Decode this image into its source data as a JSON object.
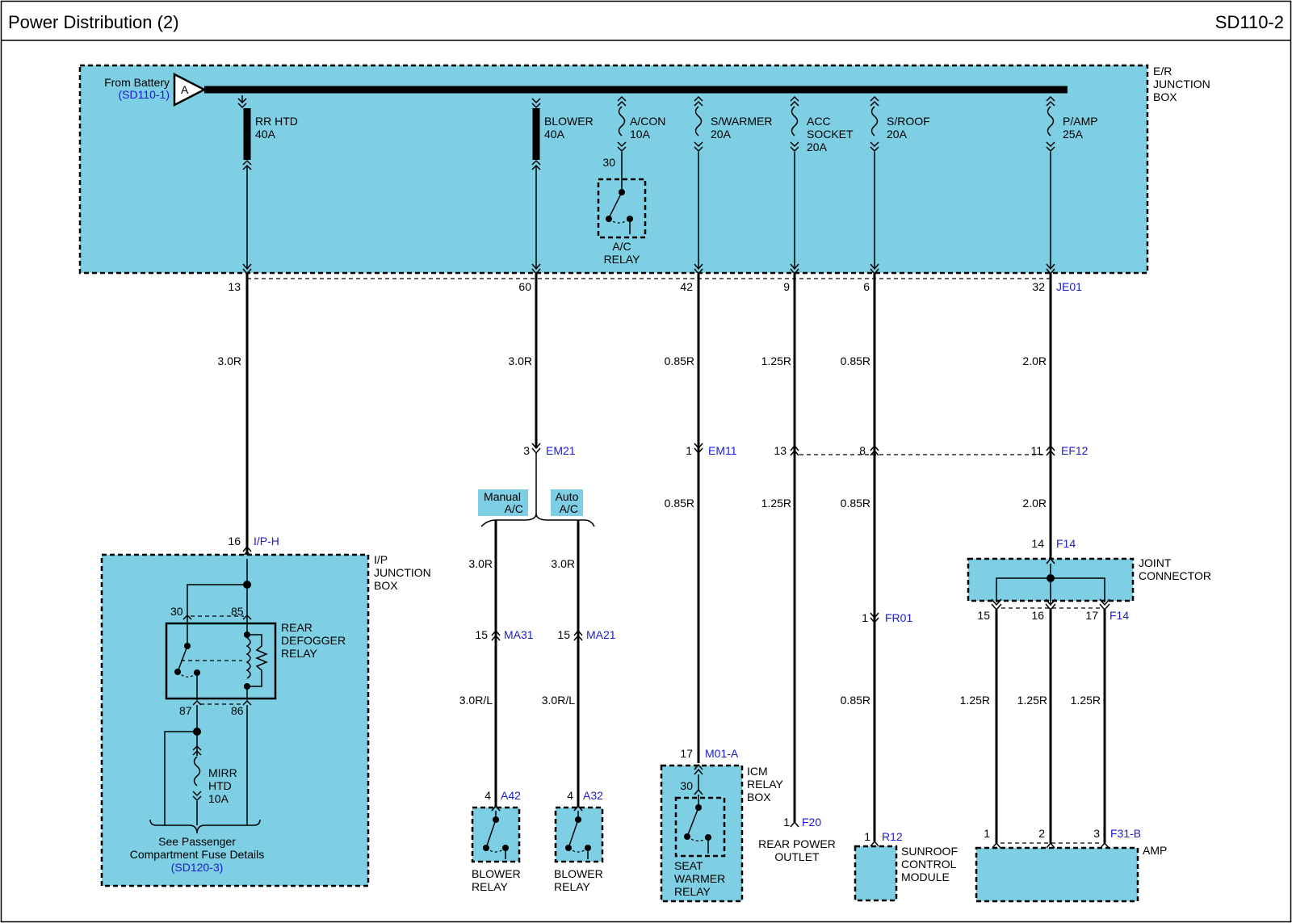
{
  "header": {
    "title": "Power Distribution (2)",
    "code": "SD110-2"
  },
  "battery": {
    "label": "From Battery",
    "ref": "(SD110-1)",
    "connector": "A"
  },
  "er_box": {
    "label": [
      "E/R",
      "JUNCTION",
      "BOX"
    ],
    "connector": "JE01"
  },
  "fuses": [
    {
      "name": "RR HTD",
      "rating": "40A",
      "pin": "13",
      "wire": "3.0R"
    },
    {
      "name": "BLOWER",
      "rating": "40A",
      "pin": "60",
      "wire": "3.0R"
    },
    {
      "name": "A/CON",
      "rating": "10A",
      "relay_pin": "30"
    },
    {
      "name": "S/WARMER",
      "rating": "20A",
      "pin": "42",
      "wire": "0.85R"
    },
    {
      "name": "ACC\nSOCKET",
      "rating": "20A",
      "pin": "9",
      "wire": "1.25R"
    },
    {
      "name": "S/ROOF",
      "rating": "20A",
      "pin": "6",
      "wire": "0.85R"
    },
    {
      "name": "P/AMP",
      "rating": "25A",
      "pin": "32",
      "wire": "2.0R"
    }
  ],
  "ac_relay": {
    "label": [
      "A/C",
      "RELAY"
    ]
  },
  "em21": {
    "pin": "3",
    "code": "EM21"
  },
  "em11": {
    "pin": "1",
    "code": "EM11"
  },
  "ef12": {
    "pins": [
      "13",
      "8",
      "11"
    ],
    "code": "EF12"
  },
  "ip_box": {
    "label": [
      "I/P",
      "JUNCTION",
      "BOX"
    ],
    "pin": "16",
    "code": "I/P-H",
    "relay": {
      "label": [
        "REAR",
        "DEFOGGER",
        "RELAY"
      ],
      "pins": [
        "30",
        "85",
        "87",
        "86"
      ]
    },
    "fuse": {
      "name": "MIRR",
      "sub": "HTD",
      "rating": "10A"
    },
    "note": [
      "See Passenger",
      "Compartment Fuse Details"
    ],
    "note_ref": "(SD120-3)"
  },
  "tags": {
    "manual": [
      "Manual",
      "A/C"
    ],
    "auto": [
      "Auto",
      "A/C"
    ]
  },
  "manual_branch": {
    "wire1": "3.0R",
    "conn_pin": "15",
    "conn_code": "MA31",
    "wire2": "3.0R/L",
    "relay_pin": "4",
    "relay_code": "A42",
    "relay_label": [
      "BLOWER",
      "RELAY"
    ]
  },
  "auto_branch": {
    "wire1": "3.0R",
    "conn_pin": "15",
    "conn_code": "MA21",
    "wire2": "3.0R/L",
    "relay_pin": "4",
    "relay_code": "A32",
    "relay_label": [
      "BLOWER",
      "RELAY"
    ]
  },
  "warmer_branch": {
    "wire2": "0.85R",
    "icm_pin": "17",
    "icm_code": "M01-A",
    "icm_label": [
      "ICM",
      "RELAY",
      "BOX"
    ],
    "relay_pin": "30",
    "relay_label": [
      "SEAT",
      "WARMER",
      "RELAY"
    ]
  },
  "socket_branch": {
    "wire2": "1.25R",
    "pin": "1",
    "code": "F20",
    "label": [
      "REAR POWER",
      "OUTLET"
    ]
  },
  "sunroof_branch": {
    "wire2": "0.85R",
    "conn_pin": "1",
    "conn_code": "FR01",
    "wire3": "0.85R",
    "pin": "1",
    "code": "R12",
    "label": [
      "SUNROOF",
      "CONTROL",
      "MODULE"
    ]
  },
  "amp_branch": {
    "wire2": "2.0R",
    "joint_pin": "14",
    "joint_code": "F14",
    "joint_label": [
      "JOINT",
      "CONNECTOR"
    ],
    "joint_out_pins": [
      "15",
      "16",
      "17"
    ],
    "joint_out_code": "F14",
    "wires": [
      "1.25R",
      "1.25R",
      "1.25R"
    ],
    "amp_pins": [
      "1",
      "2",
      "3"
    ],
    "amp_code": "F31-B",
    "amp_label": "AMP"
  }
}
